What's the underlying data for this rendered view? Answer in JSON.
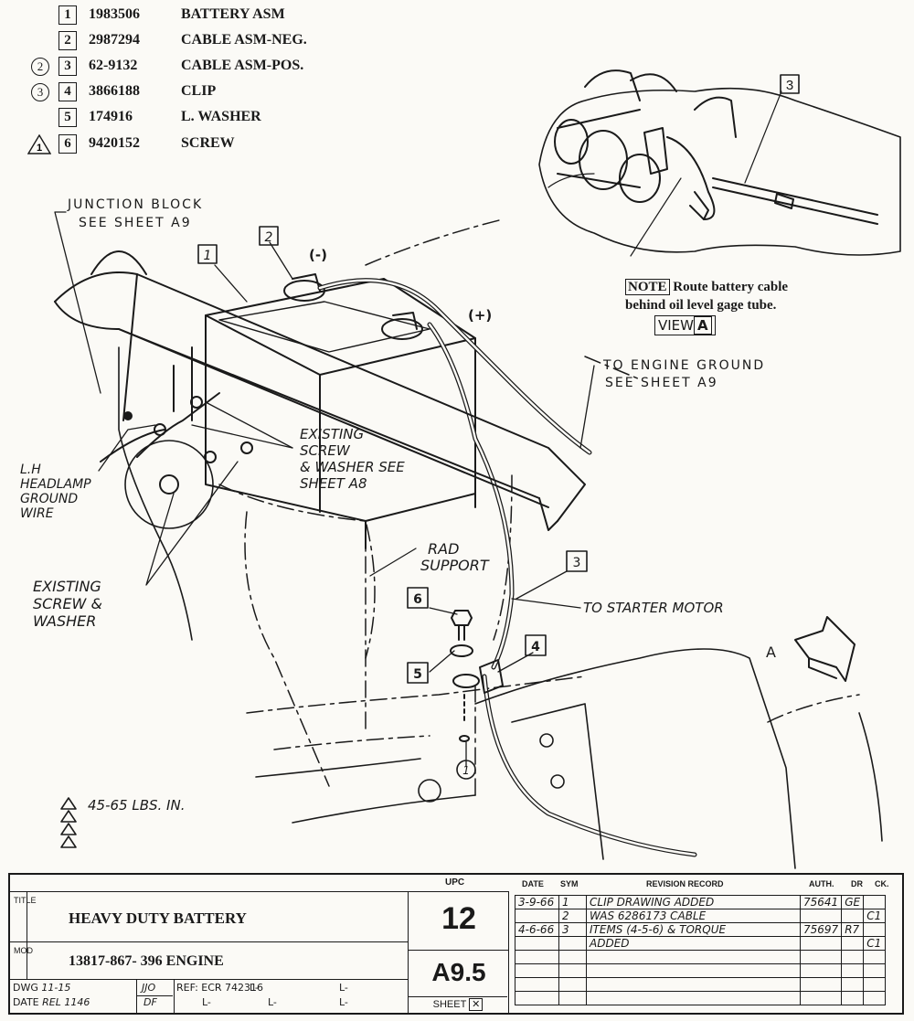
{
  "parts": [
    {
      "no": "1",
      "part": "1983506",
      "desc": "BATTERY ASM",
      "mark": ""
    },
    {
      "no": "2",
      "part": "2987294",
      "desc": "CABLE ASM-NEG.",
      "mark": ""
    },
    {
      "no": "3",
      "part": "62-9132",
      "desc": "CABLE ASM-POS.",
      "mark": "2"
    },
    {
      "no": "4",
      "part": "3866188",
      "desc": "CLIP",
      "mark": "3"
    },
    {
      "no": "5",
      "part": "174916",
      "desc": "L. WASHER",
      "mark": ""
    },
    {
      "no": "6",
      "part": "9420152",
      "desc": "SCREW",
      "mark": "1"
    }
  ],
  "labels": {
    "junction_block": "JUNCTION BLOCK",
    "junction_see": "SEE SHEET A9",
    "neg": "(-)",
    "pos": "(+)",
    "engine_ground": "TO ENGINE GROUND",
    "engine_ground_see": "SEE SHEET A9",
    "existing_screw_1": "EXISTING",
    "existing_screw_2": "SCREW",
    "existing_screw_3": "& WASHER SEE",
    "existing_screw_4": "SHEET A8",
    "headlamp_1": "L.H",
    "headlamp_2": "HEADLAMP",
    "headlamp_3": "GROUND",
    "headlamp_4": "WIRE",
    "existing2_1": "EXISTING",
    "existing2_2": "SCREW &",
    "existing2_3": "WASHER",
    "rad_1": "RAD",
    "rad_2": "SUPPORT",
    "starter": "TO STARTER MOTOR",
    "view_a_letter": "A",
    "torque": "45-65 LBS. IN.",
    "callout_1": "1",
    "callout_2": "2",
    "callout_3": "3",
    "callout_4": "4",
    "callout_5": "5",
    "callout_6": "6",
    "circle_1": "1"
  },
  "note": {
    "tag": "NOTE",
    "line1": "Route battery cable",
    "line2": "behind oil level gage tube.",
    "view": "VIEW",
    "view_letter": "A"
  },
  "title_block": {
    "title_label": "TITLE",
    "title": "HEAVY DUTY BATTERY",
    "mod_label": "MOD",
    "model": "13817-867- 396 ENGINE",
    "upc_label": "UPC",
    "upc": "12",
    "sheet_no": "A9.5",
    "sheet_label": "SHEET",
    "dwg_label": "DWG",
    "dwg_date": "11-15",
    "dwg_init": "JJO",
    "date_label": "DATE",
    "rel_date": "REL 1146",
    "rel_init": "DF",
    "ref": "REF: ECR 742316",
    "l1": "L-",
    "l2": "L-",
    "l3": "L-",
    "l4": "L-",
    "l5": "L-"
  },
  "revision": {
    "headers": [
      "DATE",
      "SYM",
      "REVISION RECORD",
      "AUTH.",
      "DR",
      "CK."
    ],
    "rows": [
      [
        "3-9-66",
        "1",
        "CLIP DRAWING ADDED",
        "75641",
        "GE",
        ""
      ],
      [
        "",
        "2",
        "WAS 6286173 CABLE",
        "",
        "",
        "C1"
      ],
      [
        "4-6-66",
        "3",
        "ITEMS (4-5-6) & TORQUE",
        "75697",
        "R7",
        ""
      ],
      [
        "",
        "",
        "ADDED",
        "",
        "",
        "C1"
      ],
      [
        "",
        "",
        "",
        "",
        "",
        ""
      ],
      [
        "",
        "",
        "",
        "",
        "",
        ""
      ],
      [
        "",
        "",
        "",
        "",
        "",
        ""
      ],
      [
        "",
        "",
        "",
        "",
        "",
        ""
      ]
    ]
  }
}
